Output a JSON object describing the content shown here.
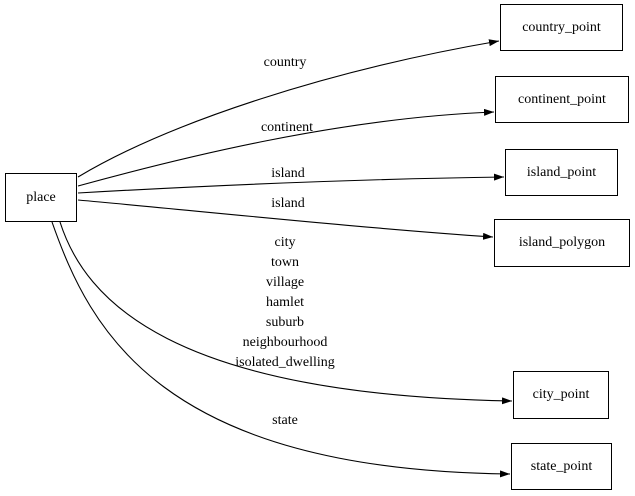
{
  "colors": {
    "background": "#ffffff",
    "node_border": "#000000",
    "edge_stroke": "#000000",
    "text": "#000000"
  },
  "nodes": {
    "place": {
      "label": "place"
    },
    "country_point": {
      "label": "country_point"
    },
    "continent_point": {
      "label": "continent_point"
    },
    "island_point": {
      "label": "island_point"
    },
    "island_polygon": {
      "label": "island_polygon"
    },
    "city_point": {
      "label": "city_point"
    },
    "state_point": {
      "label": "state_point"
    }
  },
  "edges": [
    {
      "from": "place",
      "to": "country_point",
      "label": "country"
    },
    {
      "from": "place",
      "to": "continent_point",
      "label": "continent"
    },
    {
      "from": "place",
      "to": "island_point",
      "label": "island"
    },
    {
      "from": "place",
      "to": "island_polygon",
      "label": "island"
    },
    {
      "from": "place",
      "to": "city_point",
      "label": "city\ntown\nvillage\nhamlet\nsuburb\nneighbourhood\nisolated_dwelling"
    },
    {
      "from": "place",
      "to": "state_point",
      "label": "state"
    }
  ]
}
